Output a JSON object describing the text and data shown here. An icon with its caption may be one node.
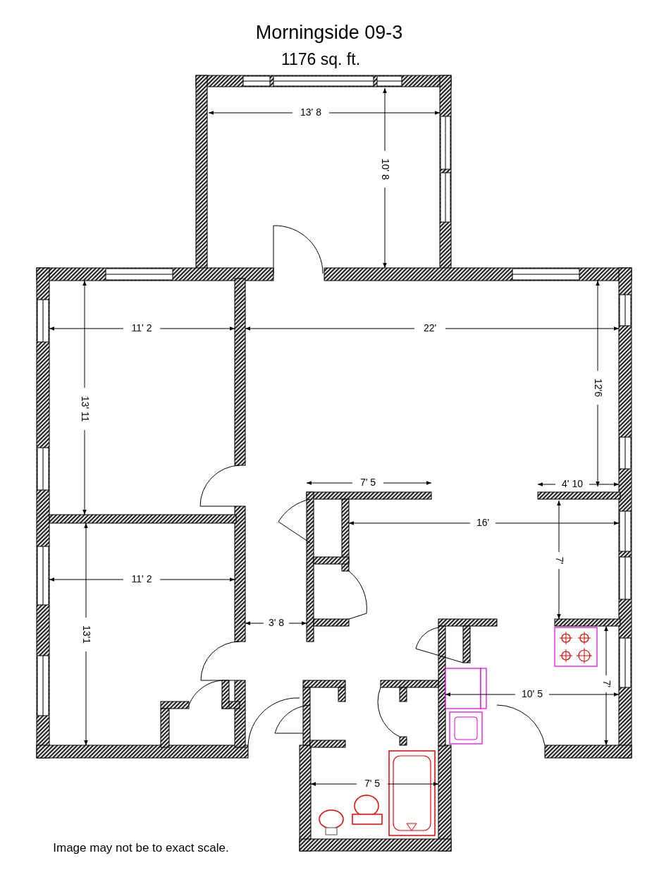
{
  "diagram": {
    "title": "Morningside 09-3",
    "labels": [
      "1176 sq. ft.",
      "13' 8",
      "10' 8",
      "11' 2",
      "22'",
      "12'6",
      "13' 11",
      "7' 5",
      "4' 10",
      "16'",
      "7'",
      "11' 2",
      "3' 8",
      "13'1",
      "10' 5",
      "7'",
      "7' 5",
      "Image may not be to exact scale."
    ]
  }
}
